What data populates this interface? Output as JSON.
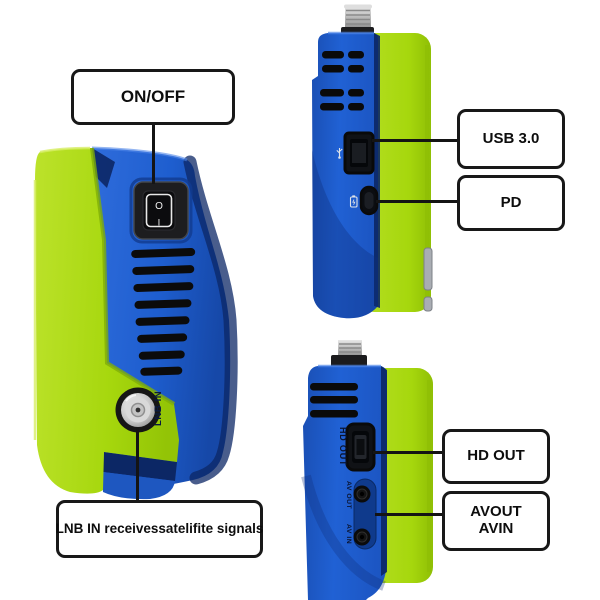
{
  "callouts": {
    "on_off": "ON/OFF",
    "usb": "USB 3.0",
    "pd": "PD",
    "hd_out": "HD OUT",
    "av_line1": "AVOUT",
    "av_line2": "AVIN",
    "lnb": "LNB IN receivessatelifite signals"
  },
  "device_markings": {
    "power_on": "O",
    "power_off": "I",
    "lnb_port": "LNB IN",
    "hdmi_port": "HD OUT",
    "av_out_jack": "AV OUT",
    "av_in_jack": "AV IN"
  },
  "colors": {
    "body_green": "#a6d70d",
    "body_blue": "#1e5ecf",
    "body_navy": "#0c2765",
    "connector_silver": "#c9c9c9",
    "callout_border": "#181818",
    "background": "#ffffff"
  }
}
